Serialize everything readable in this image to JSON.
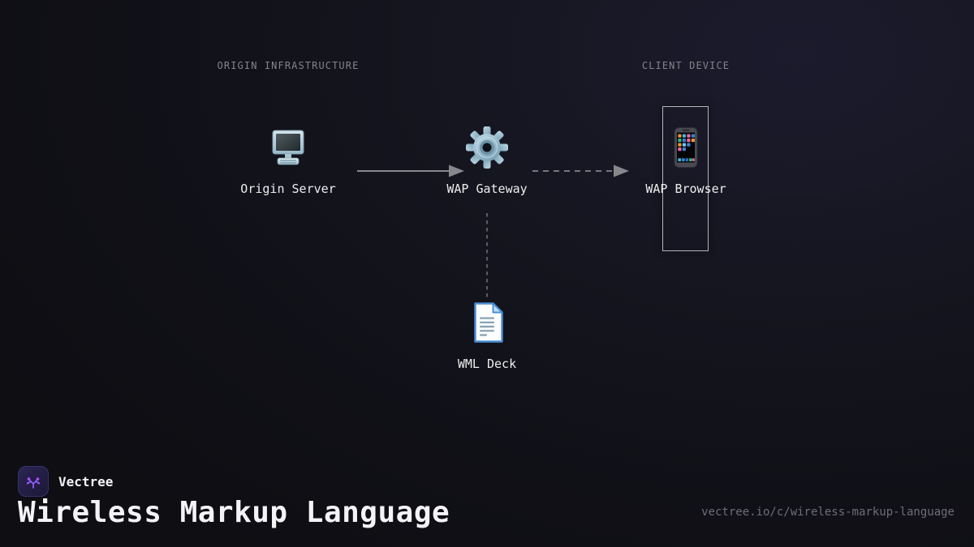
{
  "colors": {
    "background_dark": "#0e0e13",
    "background_glow": "#1b1b2d",
    "section_label": "#84848c",
    "node_label": "#eeeeef",
    "arrow_solid": "#87878c",
    "arrow_dashed": "#76767e",
    "highlight_border": "#b4b4b9",
    "logo_background": "#231f48",
    "logo_glyph": "#8b5cf6",
    "url_text": "#6e6e78"
  },
  "diagram": {
    "sections": [
      {
        "label": "ORIGIN INFRASTRUCTURE"
      },
      {
        "label": "CLIENT DEVICE"
      }
    ],
    "nodes": [
      {
        "id": "origin-server",
        "label": "Origin Server",
        "icon": "desktop-computer-icon"
      },
      {
        "id": "wap-gateway",
        "label": "WAP Gateway",
        "icon": "gear-icon"
      },
      {
        "id": "wap-browser",
        "label": "WAP Browser",
        "icon": "mobile-phone-icon",
        "highlighted": true
      },
      {
        "id": "wml-deck",
        "label": "WML Deck",
        "icon": "document-icon"
      }
    ],
    "edges": [
      {
        "from": "origin-server",
        "to": "wap-gateway",
        "style": "solid",
        "arrowhead": true
      },
      {
        "from": "wap-gateway",
        "to": "wap-browser",
        "style": "dashed",
        "arrowhead": true
      },
      {
        "from": "wap-gateway",
        "to": "wml-deck",
        "style": "dashed",
        "arrowhead": false
      }
    ]
  },
  "footer": {
    "brand": "Vectree",
    "title": "Wireless Markup Language",
    "url": "vectree.io/c/wireless-markup-language"
  }
}
